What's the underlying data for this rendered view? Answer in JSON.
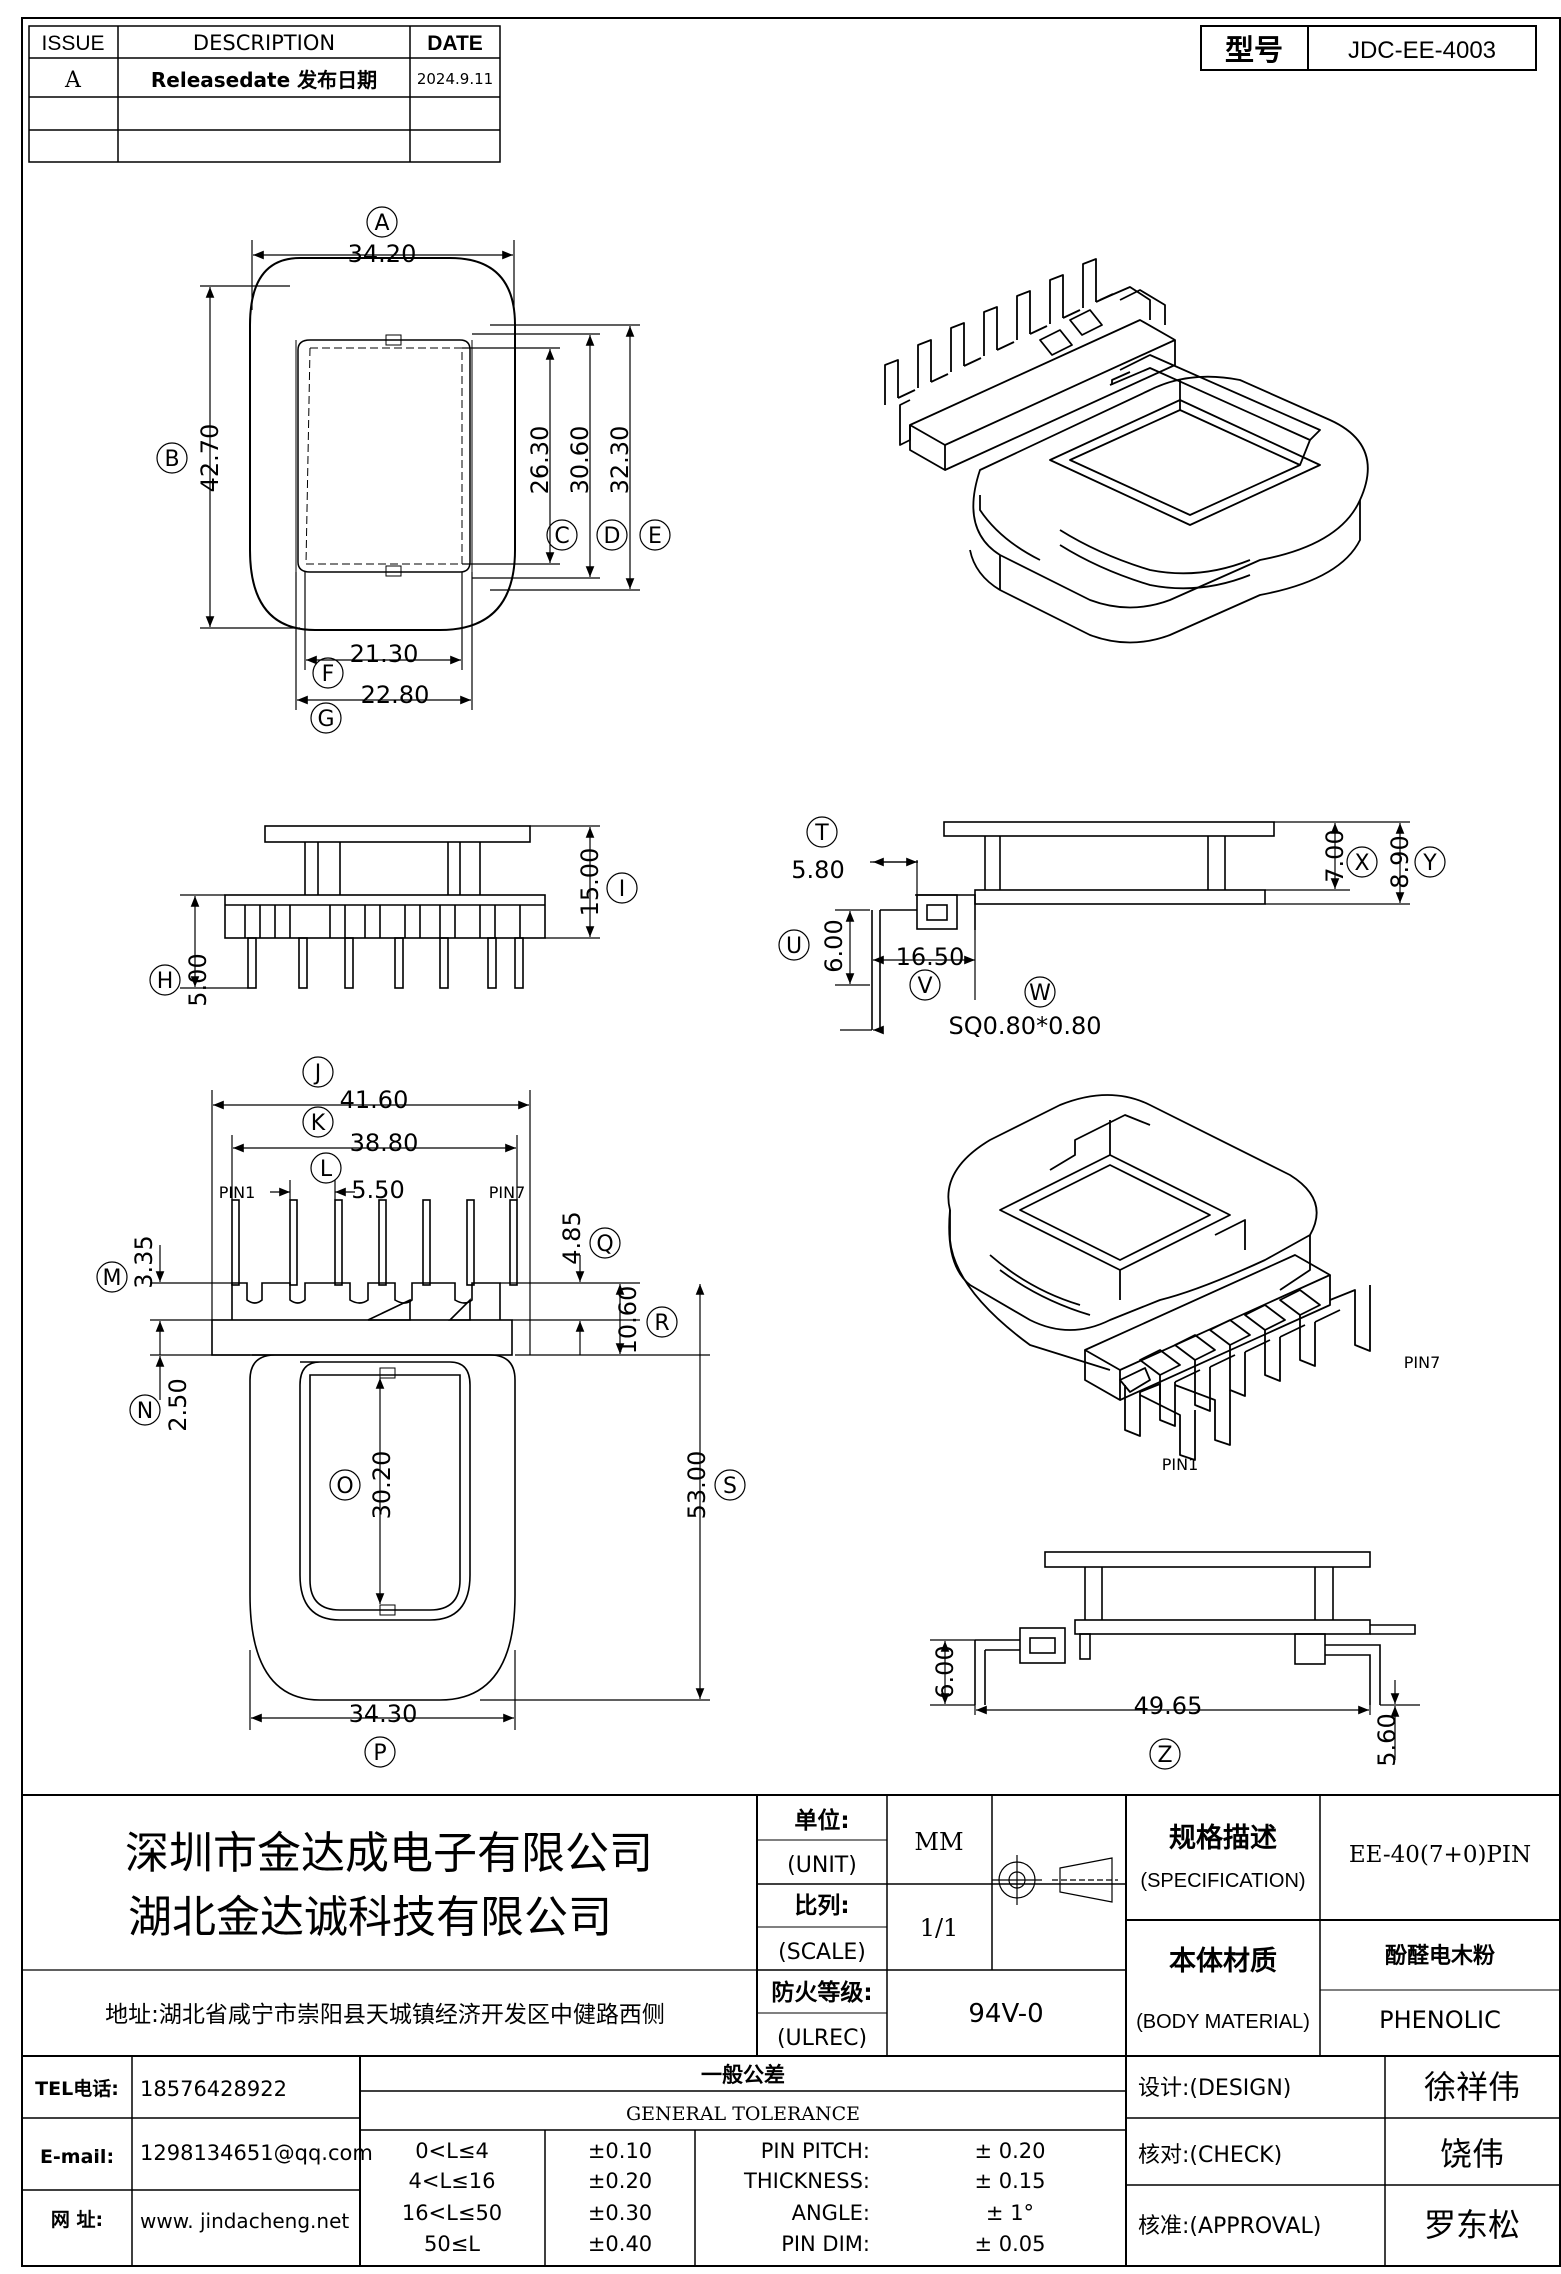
{
  "revision_table": {
    "headers": {
      "issue": "ISSUE",
      "description": "DESCRIPTION",
      "date": "DATE"
    },
    "rows": [
      {
        "issue": "A",
        "description": "Releasedate 发布日期",
        "date": "2024.9.11"
      }
    ]
  },
  "model": {
    "label": "型号",
    "value": "JDC-EE-4003"
  },
  "dimensions": {
    "A": "34.20",
    "B": "42.70",
    "C": "26.30",
    "D": "30.60",
    "E": "32.30",
    "F": "21.30",
    "G": "22.80",
    "H": "5.00",
    "I": "15.00",
    "T": "5.80",
    "U": "6.00",
    "V": "16.50",
    "W": "SQ0.80*0.80",
    "X": "7.00",
    "Y": "8.90",
    "J": "41.60",
    "K": "38.80",
    "L": "5.50",
    "M": "3.35",
    "N": "2.50",
    "O": "30.20",
    "P": "34.30",
    "Q": "4.85",
    "R": "10.60",
    "S": "53.00",
    "Z": "49.65",
    "Z_left": "6.00",
    "Z_right": "5.60"
  },
  "pin_labels": {
    "pin1": "PIN1",
    "pin7": "PIN7"
  },
  "title_block": {
    "company_1": "深圳市金达成电子有限公司",
    "company_2": "湖北金达诚科技有限公司",
    "address": "地址:湖北省咸宁市崇阳县天城镇经济开发区中健路西侧",
    "unit_cn": "单位:",
    "unit_en": "(UNIT)",
    "unit_value": "MM",
    "scale_cn": "比列:",
    "scale_en": "(SCALE)",
    "scale_value": "1/1",
    "ul_cn": "防火等级:",
    "ul_en": "(ULREC)",
    "ul_value": "94V-0",
    "spec_cn": "规格描述",
    "spec_en": "(SPECIFICATION)",
    "spec_value": "EE-40(7+0)PIN",
    "material_cn": "本体材质",
    "material_en": "(BODY MATERIAL)",
    "material_value_cn": "酚醛电木粉",
    "material_value_en": "PHENOLIC",
    "tel_label": "TEL电话:",
    "tel_value": "18576428922",
    "email_label": "E-mail:",
    "email_value": "1298134651@qq.com",
    "web_label": "网  址:",
    "web_value": "www. jindacheng.net",
    "tolerance_cn": "一般公差",
    "tolerance_en": "GENERAL TOLERANCE",
    "tolerances": [
      {
        "range": "0<L≤4",
        "value": "±0.10"
      },
      {
        "range": "4<L≤16",
        "value": "±0.20"
      },
      {
        "range": "16<L≤50",
        "value": "±0.30"
      },
      {
        "range": "50≤L",
        "value": "±0.40"
      }
    ],
    "extra_tolerances": [
      {
        "label": "PIN PITCH:",
        "value": "± 0.20"
      },
      {
        "label": "THICKNESS:",
        "value": "± 0.15"
      },
      {
        "label": "ANGLE:",
        "value": "± 1°"
      },
      {
        "label": "PIN DIM:",
        "value": "± 0.05"
      }
    ],
    "design_label": "设计:(DESIGN)",
    "design_name": "徐祥伟",
    "check_label": "核对:(CHECK)",
    "check_name": "饶伟",
    "approval_label": "核准:(APPROVAL)",
    "approval_name": "罗东松"
  }
}
